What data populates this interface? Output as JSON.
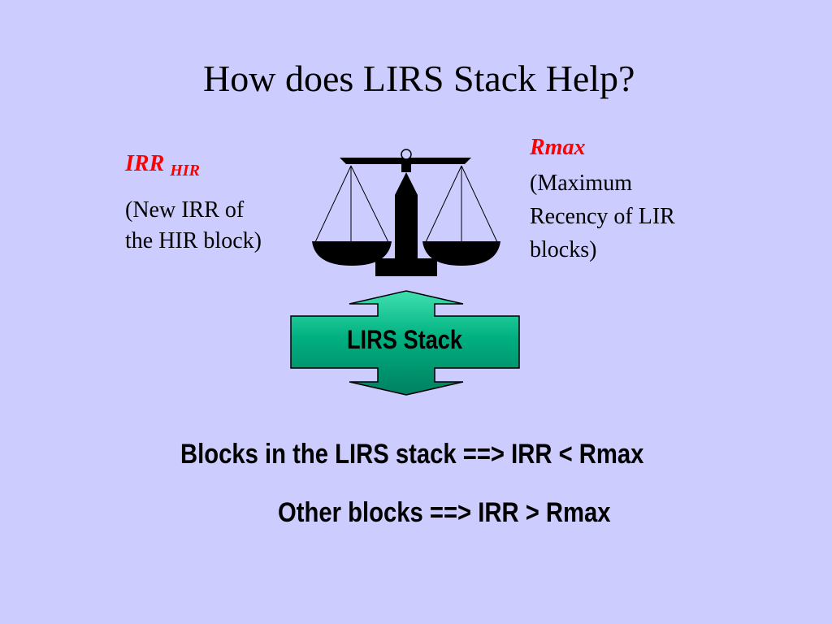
{
  "slide": {
    "title": "How does LIRS Stack Help?",
    "irr": {
      "label_main": "IRR",
      "label_sub": "HIR",
      "desc_line1": "(New IRR of",
      "desc_line2": "the HIR block)"
    },
    "rmax": {
      "label": "Rmax",
      "desc_line1": "(Maximum",
      "desc_line2": "Recency of LIR",
      "desc_line3": "blocks)"
    },
    "stack_label": "LIRS Stack",
    "rules": [
      "Blocks in the LIRS stack ==> IRR < Rmax",
      "Other blocks  ==> IRR > Rmax"
    ]
  },
  "colors": {
    "background": "#ccccff",
    "accent_red": "#ff0000",
    "arrow_teal": "#00a07a"
  },
  "icons": {
    "balance": "balance-scale-icon",
    "stack_arrow": "double-headed-vertical-arrow"
  }
}
